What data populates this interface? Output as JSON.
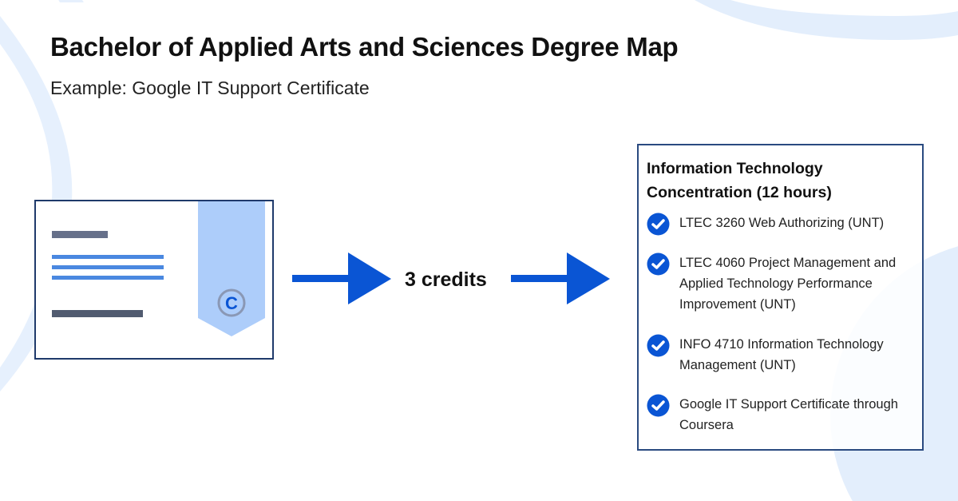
{
  "header": {
    "title": "Bachelor of Applied Arts and Sciences Degree Map",
    "subtitle": "Example: Google IT Support Certificate"
  },
  "certificate": {
    "badge_letter": "C",
    "icon": "certificate-icon"
  },
  "transfer": {
    "credits_label": "3 credits"
  },
  "concentration": {
    "title": "Information Technology Concentration (12 hours)",
    "items": [
      {
        "label": "LTEC 3260 Web Authorizing (UNT)"
      },
      {
        "label": "LTEC 4060 Project Management and Applied Technology Performance Improvement (UNT)"
      },
      {
        "label": "INFO 4710 Information Technology Management (UNT)"
      },
      {
        "label": "Google IT Support Certificate through Coursera"
      }
    ]
  },
  "colors": {
    "accent": "#0a55d4",
    "background_shape": "#e3eefc",
    "border": "#1f3a6b",
    "ribbon": "#adcdfa"
  }
}
